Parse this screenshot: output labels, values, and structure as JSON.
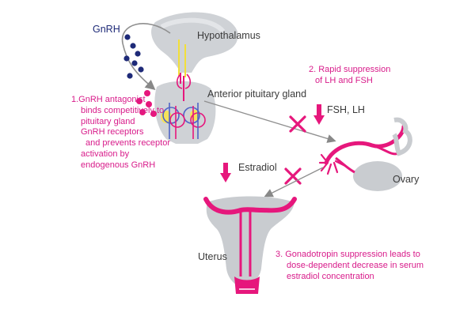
{
  "labels": {
    "gnrh": "GnRH",
    "hypothalamus": "Hypothalamus",
    "anterior_pituitary": "Anterior pituitary gland",
    "fsh_lh": "FSH, LH",
    "estradiol": "Estradiol",
    "ovary": "Ovary",
    "uterus": "Uterus"
  },
  "notes": {
    "step1": [
      "1.GnRH antagonist",
      "binds competitively to",
      "pituitary gland",
      "GnRH receptors",
      "and prevents receptor",
      "activation by",
      "endogenous GnRH"
    ],
    "step2": [
      "2. Rapid suppression",
      "of LH and FSH"
    ],
    "step3": [
      "3. Gonadotropin suppression leads to",
      "dose-dependent decrease in serum",
      "estradiol concentration"
    ]
  },
  "colors": {
    "accent_pink": "#e6177c",
    "text_pink": "#d81b8a",
    "gnrh_navy": "#1e2a78",
    "organ_gray": "#c9ccd0",
    "text_dark": "#3a3a3a"
  }
}
